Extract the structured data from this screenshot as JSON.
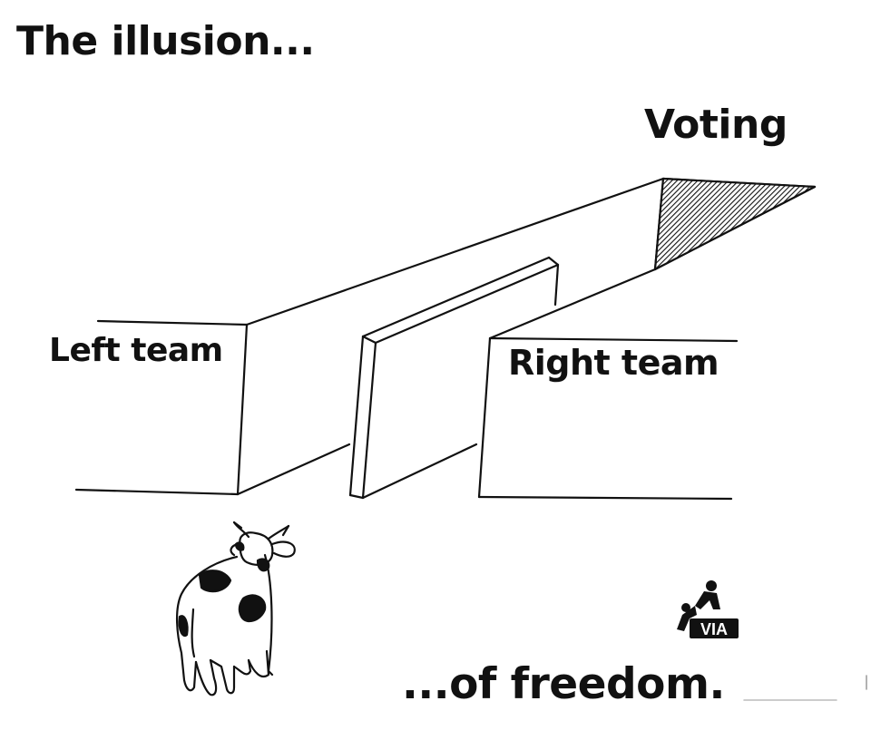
{
  "title": "The illusion...",
  "labels": {
    "voting": "Voting",
    "left_team": "Left team",
    "right_team": "Right team"
  },
  "caption": "...of freedom.",
  "watermark": {
    "text": "VIA",
    "icon": "two-climbers-logo"
  },
  "colors": {
    "ink": "#111111",
    "background": "#ffffff"
  }
}
